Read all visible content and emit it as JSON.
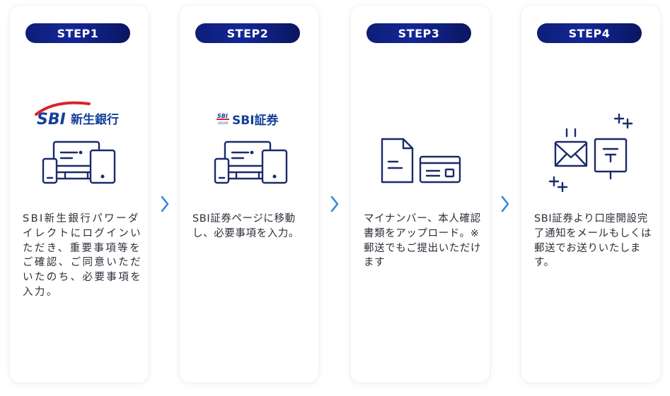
{
  "steps": [
    {
      "label": "STEP1",
      "logo": {
        "mark": "SBI",
        "name": "新生銀行"
      },
      "icon": "desktop-tablet-phone-icon",
      "description": "SBI新生銀行パワーダイレクトにログインいただき、重要事項等をご確認、ご同意いただいたのち、必要事項を入力。"
    },
    {
      "label": "STEP2",
      "logo": {
        "mark": "SBI",
        "sub": "GROUP",
        "name": "SBI証券"
      },
      "icon": "desktop-tablet-phone-icon",
      "description": "SBI証券ページに移動し、必要事項を入力。"
    },
    {
      "label": "STEP3",
      "icon": "document-and-id-card-icon",
      "description": "マイナンバー、本人確認書類をアップロード。※郵送でもご提出いただけます"
    },
    {
      "label": "STEP4",
      "icon": "mail-and-mailbox-icon",
      "description": "SBI証券より口座開設完了通知をメールもしくは郵送でお送りいたします。"
    }
  ],
  "colors": {
    "badge_start": "#0d1e78",
    "badge_end": "#0a1660",
    "icon": "#1a2a6c",
    "arrow": "#2f8be0",
    "sbi_red": "#d8242f",
    "sbi_blue": "#14409a"
  }
}
